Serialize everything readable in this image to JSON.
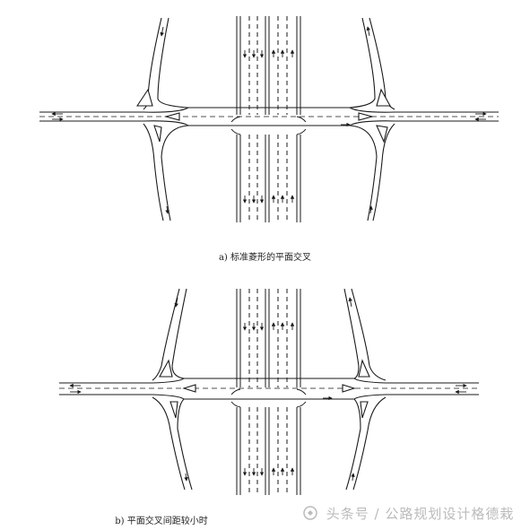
{
  "figure": {
    "caption_a": "a) 标准菱形的平面交叉",
    "caption_b": "b) 平面交叉间距较小时"
  },
  "watermark": {
    "text": "头条号 / 公路规划设计格德栽"
  },
  "colors": {
    "line": "#1a1a1a",
    "background": "#ffffff",
    "watermark": "#bbbbbb"
  },
  "icons": [
    "logo-icon",
    "arrow-icon"
  ]
}
